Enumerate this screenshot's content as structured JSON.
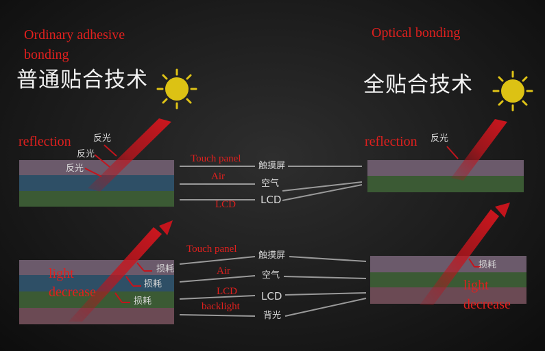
{
  "left": {
    "title_en": "Ordinary adhesive bonding",
    "title_zh": "普通贴合技术",
    "reflection_label": "reflection",
    "reflection_zh_1": "反光",
    "reflection_zh_2": "反光",
    "reflection_zh_3": "反光",
    "light_decrease_label_1": "light",
    "light_decrease_label_2": "decrease",
    "loss_zh_1": "损耗",
    "loss_zh_2": "损耗",
    "loss_zh_3": "损耗"
  },
  "right": {
    "title_en": "Optical bonding",
    "title_zh": "全贴合技术",
    "reflection_label": "reflection",
    "reflection_zh": "反光",
    "light_decrease_label_1": "light",
    "light_decrease_label_2": "decrease",
    "loss_zh": "损耗"
  },
  "layers_top": {
    "touch_panel_en": "Touch panel",
    "touch_panel_zh": "触摸屏",
    "air_en": "Air",
    "air_zh": "空气",
    "lcd_en": "LCD",
    "lcd_zh": "LCD"
  },
  "layers_bottom": {
    "touch_panel_en": "Touch panel",
    "touch_panel_zh": "触摸屏",
    "air_en": "Air",
    "air_zh": "空气",
    "lcd_en": "LCD",
    "lcd_zh": "LCD",
    "backlight_en": "backlight",
    "backlight_zh": "背光"
  },
  "colors": {
    "touch_layer": "#6b5a6b",
    "air_layer": "#2e4f66",
    "lcd_layer": "#3b5a34",
    "backlight_layer": "#6b4a54",
    "arrow_red": "#c4141c",
    "sun": "#e0c417",
    "label_red": "#e0201e"
  },
  "icons": [
    "sun-icon",
    "light-arrow-icon"
  ]
}
